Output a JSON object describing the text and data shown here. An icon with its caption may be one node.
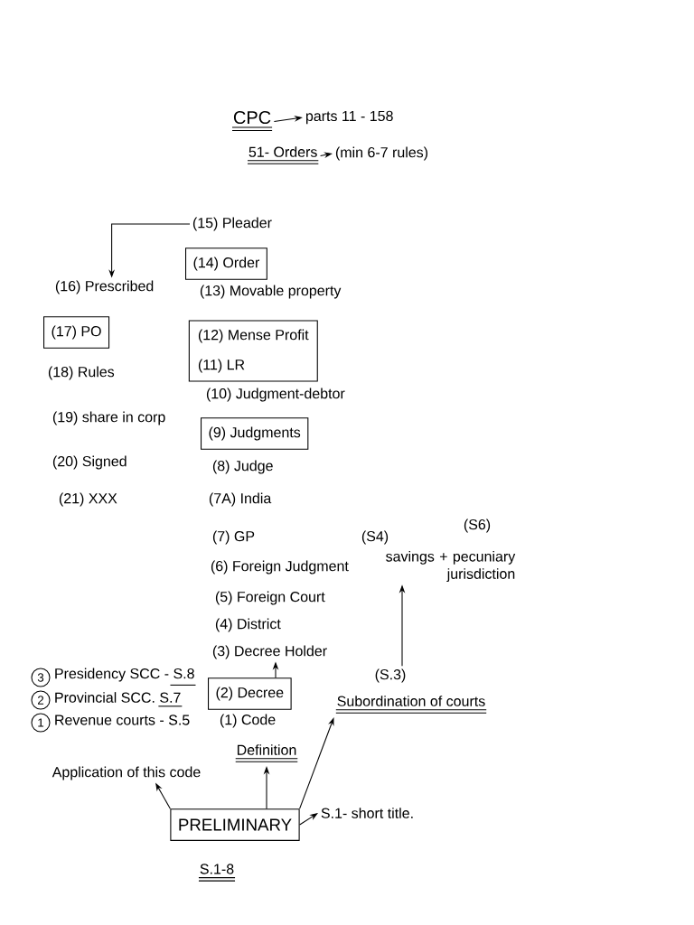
{
  "diagram": {
    "nodes": [
      {
        "text": [
          "CPC"
        ]
      },
      {
        "text": [
          "parts 11 - 158"
        ]
      },
      {
        "text": [
          "51- Orders"
        ]
      },
      {
        "text": [
          "(min 6-7 rules)"
        ]
      },
      {
        "text": [
          "(15) Pleader"
        ]
      },
      {
        "text": [
          "(14) Order"
        ]
      },
      {
        "text": [
          "(16) Prescribed"
        ]
      },
      {
        "text": [
          "(17) PO"
        ]
      },
      {
        "text": [
          "(12) Mense Profit",
          "(11) LR"
        ]
      },
      {
        "text": [
          "(9) Judgments"
        ]
      },
      {
        "text": [
          "(S4)",
          "(S6)",
          "savings + pecuniary jurisdiction"
        ]
      },
      {
        "text": [
          "(3) Decree Holder"
        ]
      },
      {
        "text": [
          "3"
        ],
        "beside": [
          "Presidency SCC - S.8"
        ]
      },
      {
        "text": [
          "(S.3)",
          "Subordination of courts"
        ]
      },
      {
        "text": [
          "(2) Decree"
        ]
      },
      {
        "text": [
          "2"
        ],
        "beside": [
          "Provincial SCC. S.7"
        ]
      },
      {
        "text": [
          "1"
        ],
        "beside": [
          "Revenue courts - S.5"
        ]
      },
      {
        "text": [
          "Definition"
        ]
      },
      {
        "text": [
          "Application of this code"
        ]
      },
      {
        "text": [
          "PRELIMINARY"
        ],
        "beside": [
          "S.1-8"
        ]
      },
      {
        "text": [
          "S.1- short title."
        ]
      }
    ],
    "edges": [
      {
        "from": 0,
        "to": 1,
        "arrow": "to"
      },
      {
        "from": 2,
        "to": 3,
        "arrow": "to"
      },
      {
        "from": 4,
        "to": 6,
        "arrow": "to"
      },
      {
        "from": 14,
        "to": 11,
        "arrow": "to"
      },
      {
        "from": 19,
        "to": 18,
        "arrow": "to"
      },
      {
        "from": 19,
        "to": 17,
        "arrow": "to"
      },
      {
        "from": 19,
        "to": 13,
        "arrow": "to"
      },
      {
        "from": 19,
        "to": 20,
        "arrow": "to"
      },
      {
        "from": 13,
        "to": 10,
        "arrow": "to"
      }
    ],
    "labels": [
      "(13) Movable property",
      "(18) Rules",
      "(10) Judgment-debtor",
      "(19) share in corp",
      "(20) Signed",
      "(8) Judge",
      "(21) XXX",
      "(7A) India",
      "(7) GP",
      "(6) Foreign Judgment",
      "(5) Foreign Court",
      "(4) District",
      "(1) Code"
    ]
  }
}
